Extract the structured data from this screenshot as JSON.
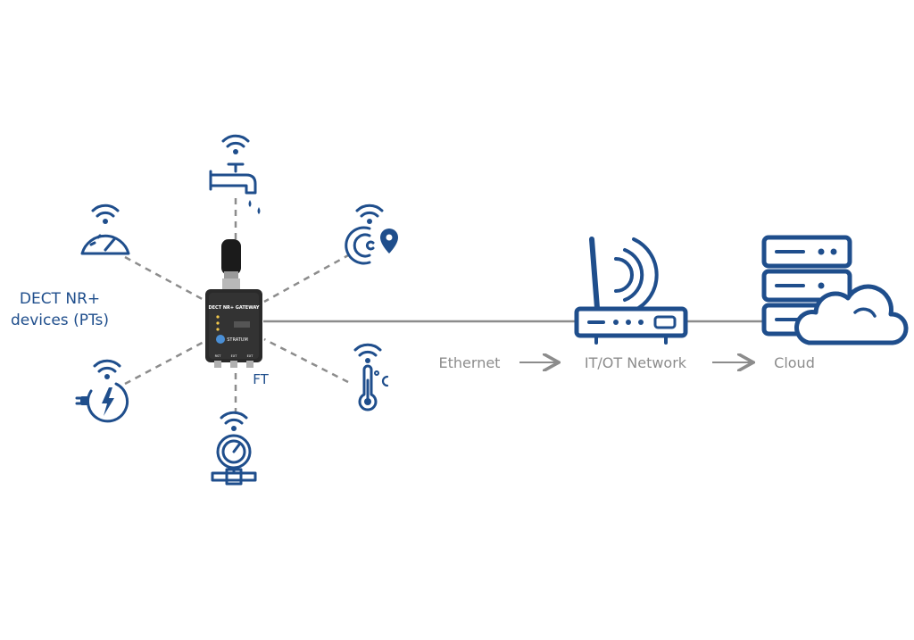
{
  "labels": {
    "pt_label_line1": "DECT NR+",
    "pt_label_line2": "devices (PTs)",
    "ft_label": "FT",
    "ethernet": "Ethernet",
    "network": "IT/OT Network",
    "cloud": "Cloud"
  },
  "gateway": {
    "title": "DECT NR+ GATEWAY",
    "brand": "STRATUM",
    "port_labels": [
      "RST",
      "EXT",
      "EXT"
    ]
  },
  "colors": {
    "accent": "#1f4e8c",
    "line": "#8c8c8c",
    "label_text": "#8c8c8c"
  },
  "icons": [
    "gauge-icon",
    "water-tap-icon",
    "location-sensor-icon",
    "power-plug-icon",
    "pressure-gauge-icon",
    "thermometer-icon",
    "router-icon",
    "server-cloud-icon"
  ]
}
